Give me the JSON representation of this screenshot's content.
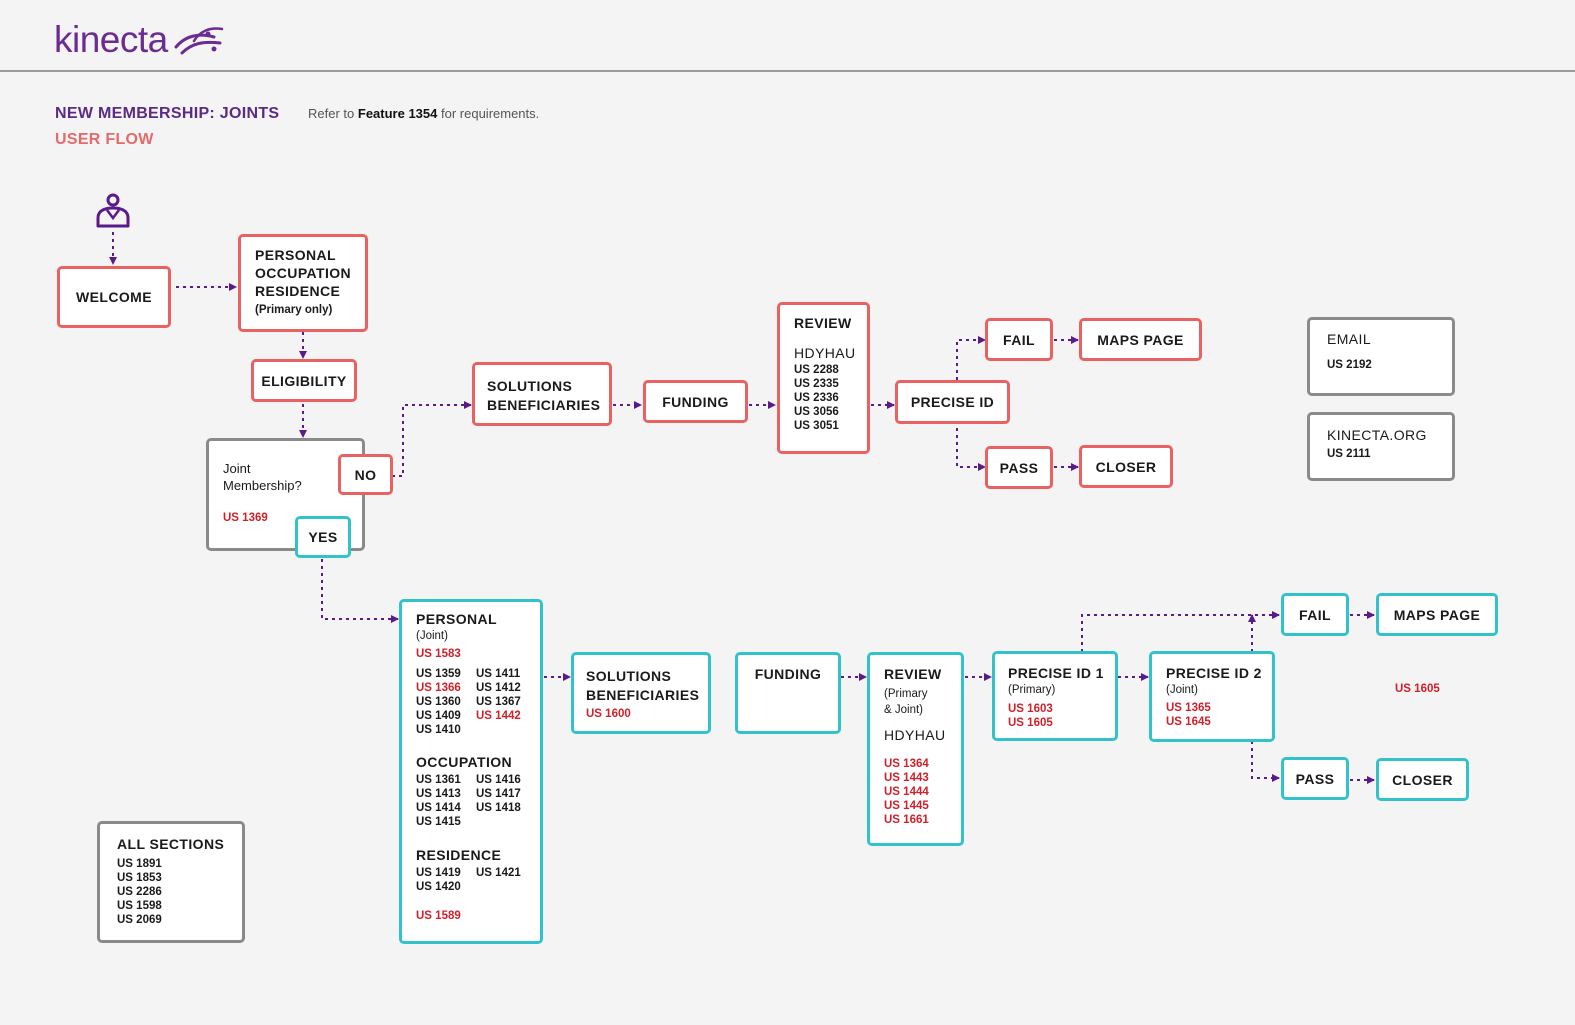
{
  "brand": {
    "name": "kinecta",
    "color": "#6b2c91",
    "mark_icon": "kinecta-swoosh-icon"
  },
  "header": {
    "title": "NEW MEMBERSHIP: JOINTS",
    "subtitle": "USER FLOW",
    "refer_prefix": "Refer to",
    "refer_feature": "Feature 1354",
    "refer_suffix": "for requirements."
  },
  "colors": {
    "primary_border": "#ea6161",
    "joint_border": "#32c2cc",
    "info_border": "#8a8a8a",
    "connector": "#5b1a8b",
    "story_red": "#d0202a"
  },
  "start_icon": "user-icon",
  "primary_flow": {
    "welcome": "WELCOME",
    "personal": {
      "lines": [
        "PERSONAL",
        "OCCUPATION",
        "RESIDENCE"
      ],
      "note": "(Primary only)"
    },
    "eligibility": "ELIGIBILITY",
    "joint_question": {
      "label": "Joint Membership?",
      "story": "US 1369",
      "no": "NO",
      "yes": "YES"
    },
    "solutions": [
      "SOLUTIONS",
      "BENEFICIARIES"
    ],
    "funding": "FUNDING",
    "review": {
      "title": "REVIEW",
      "sub": "HDYHAU",
      "stories": [
        "US 2288",
        "US 2335",
        "US 2336",
        "US 3056",
        "US 3051"
      ]
    },
    "precise_id": "PRECISE ID",
    "fail": "FAIL",
    "maps_page": "MAPS PAGE",
    "pass": "PASS",
    "closer": "CLOSER"
  },
  "joint_flow": {
    "personal": {
      "title": "PERSONAL",
      "note": "(Joint)",
      "story": "US 1583",
      "stories": [
        [
          "US 1359",
          "US 1411"
        ],
        [
          "US 1366",
          "US 1412"
        ],
        [
          "US 1360",
          "US 1367"
        ],
        [
          "US 1409",
          "US 1442"
        ],
        [
          "US 1410",
          ""
        ]
      ],
      "occupation_title": "OCCUPATION",
      "occupation_stories": [
        [
          "US 1361",
          "US 1416"
        ],
        [
          "US 1413",
          "US 1417"
        ],
        [
          "US 1414",
          "US 1418"
        ],
        [
          "US 1415",
          ""
        ]
      ],
      "residence_title": "RESIDENCE",
      "residence_stories": [
        [
          "US 1419",
          "US 1421"
        ],
        [
          "US 1420",
          ""
        ]
      ],
      "footer_story": "US 1589"
    },
    "solutions": {
      "lines": [
        "SOLUTIONS",
        "BENEFICIARIES"
      ],
      "story": "US 1600"
    },
    "funding": "FUNDING",
    "review": {
      "title": "REVIEW",
      "note": [
        "(Primary",
        "& Joint)"
      ],
      "sub": "HDYHAU",
      "stories": [
        "US 1364",
        "US 1443",
        "US 1444",
        "US 1445",
        "US 1661"
      ]
    },
    "precise_id_1": {
      "title": "PRECISE ID 1",
      "note": "(Primary)",
      "stories": [
        "US 1603",
        "US 1605"
      ]
    },
    "precise_id_2": {
      "title": "PRECISE ID 2",
      "note": "(Joint)",
      "stories": [
        "US 1365",
        "US 1645"
      ]
    },
    "fail": "FAIL",
    "maps_page": "MAPS PAGE",
    "pass": "PASS",
    "closer": "CLOSER",
    "side_story": "US 1605"
  },
  "info_boxes": {
    "email": {
      "title": "EMAIL",
      "story": "US 2192"
    },
    "kinecta_org": {
      "title": "KINECTA.ORG",
      "story": "US 2111"
    },
    "all_sections": {
      "title": "ALL SECTIONS",
      "stories": [
        "US 1891",
        "US 1853",
        "US 2286",
        "US 1598",
        "US 2069"
      ]
    }
  }
}
